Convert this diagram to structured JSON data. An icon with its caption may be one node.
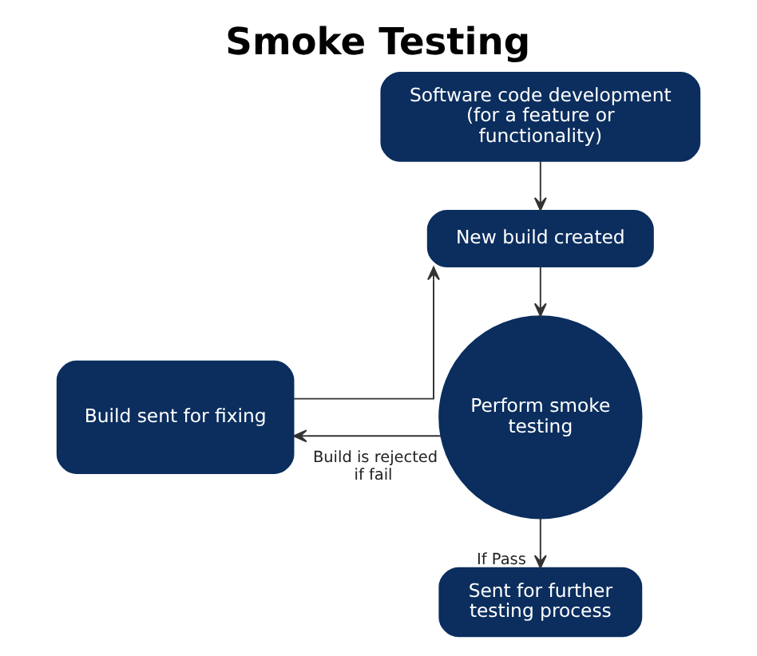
{
  "diagram": {
    "title": "Smoke Testing",
    "nodes": [
      {
        "text": [
          "Software code development (for a feature or functionality)"
        ]
      },
      {
        "text": [
          "New build created"
        ]
      },
      {
        "text": [
          "Perform smoke testing"
        ]
      },
      {
        "text": [
          "Build sent for fixing"
        ]
      },
      {
        "text": [
          "Sent for further testing process"
        ]
      }
    ],
    "edges": [
      {
        "from": 0,
        "to": 1,
        "arrow": "to"
      },
      {
        "from": 1,
        "to": 2,
        "arrow": "to"
      },
      {
        "from": 2,
        "to": 3,
        "arrow": "to",
        "label": "Build is rejected if fail"
      },
      {
        "from": 3,
        "to": 1,
        "arrow": "to"
      },
      {
        "from": 2,
        "to": 4,
        "arrow": "to",
        "label": "If Pass"
      }
    ]
  }
}
